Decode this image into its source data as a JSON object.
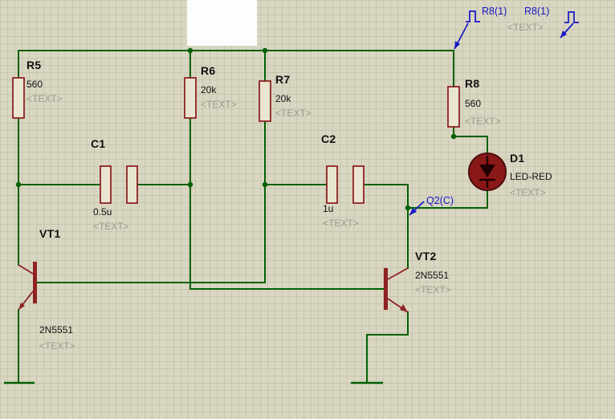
{
  "colors": {
    "background": "#d9d6c2",
    "grid": "#c8c5b0",
    "wire": "#006100",
    "component": "#8e2222",
    "component_fill": "#e9e5d0",
    "led_fill": "#8b1818",
    "led_stroke": "#4d0d0d",
    "led_symbol": "#200000",
    "text_primary": "#111111",
    "text_muted": "#9c9a8c",
    "probe": "#1717c4"
  },
  "components": {
    "R5": {
      "ref": "R5",
      "value": "560",
      "placeholder": "<TEXT>"
    },
    "R6": {
      "ref": "R6",
      "value": "20k",
      "placeholder": "<TEXT>"
    },
    "R7": {
      "ref": "R7",
      "value": "20k",
      "placeholder": "<TEXT>"
    },
    "R8": {
      "ref": "R8",
      "value": "560",
      "placeholder": "<TEXT>"
    },
    "C1": {
      "ref": "C1",
      "value": "0.5u",
      "placeholder": "<TEXT>"
    },
    "C2": {
      "ref": "C2",
      "value": "1u",
      "placeholder": "<TEXT>"
    },
    "VT1": {
      "ref": "VT1",
      "value": "2N5551",
      "placeholder": "<TEXT>"
    },
    "VT2": {
      "ref": "VT2",
      "value": "2N5551",
      "placeholder": "<TEXT>"
    },
    "D1": {
      "ref": "D1",
      "value": "LED-RED",
      "placeholder": "<TEXT>"
    }
  },
  "probes": {
    "rail_probe_left": {
      "label": "R8(1)"
    },
    "rail_probe_right": {
      "label": "R8(1)",
      "placeholder": "<TEXT>"
    },
    "collector_probe": {
      "label": "Q2(C)"
    }
  }
}
